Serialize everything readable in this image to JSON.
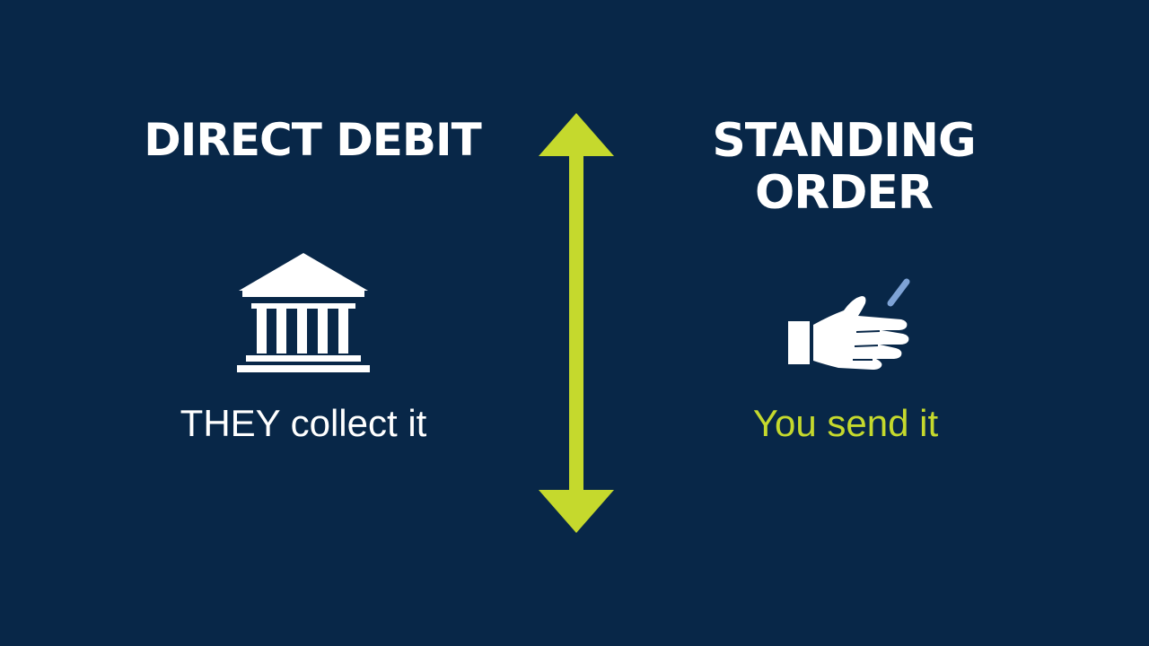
{
  "left": {
    "title": "DIRECT DEBIT",
    "caption": "THEY collect it",
    "icon": "bank-building-icon"
  },
  "right": {
    "title_line1": "STANDING",
    "title_line2": "ORDER",
    "caption": "You send it",
    "icon": "hand-pen-icon"
  },
  "divider": {
    "icon": "double-headed-arrow-icon"
  },
  "colors": {
    "background": "#082748",
    "text": "#ffffff",
    "accent": "#c5d92d",
    "pen": "#7ea3d6"
  }
}
